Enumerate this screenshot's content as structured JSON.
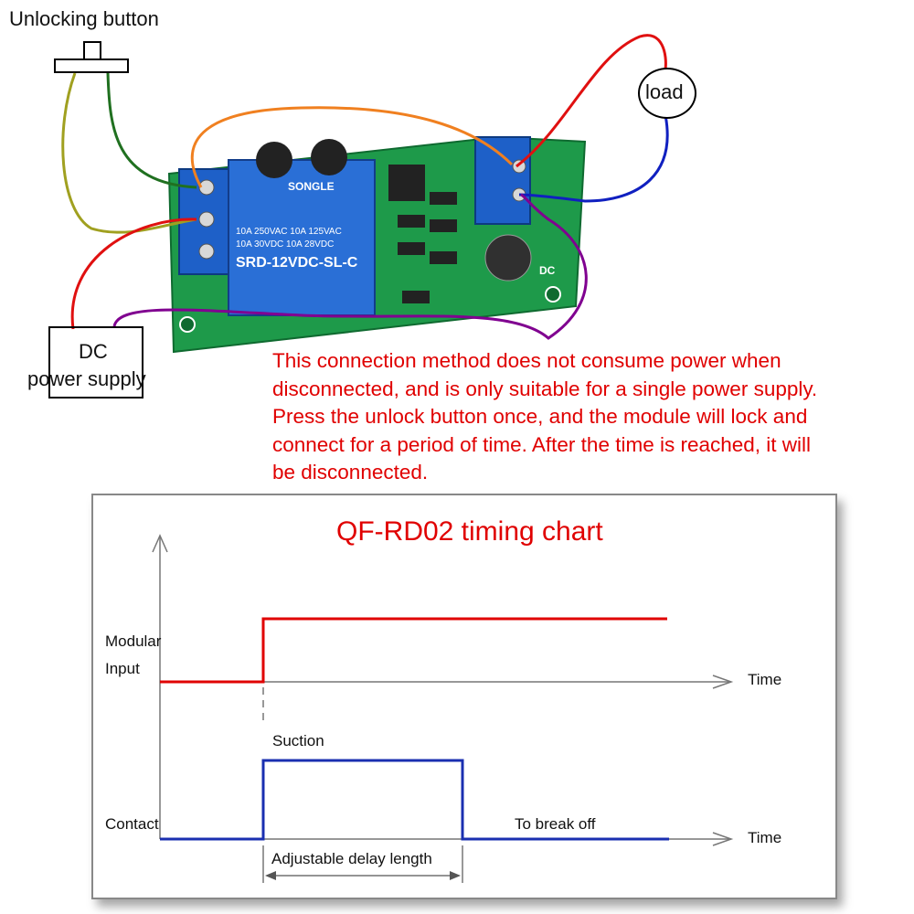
{
  "wiring": {
    "unlock_button_label": "Unlocking button",
    "load_label": "load",
    "power_supply_label_line1": "DC",
    "power_supply_label_line2": "power supply",
    "relay_brand": "SONGLE",
    "relay_model": "SRD-12VDC-SL-C",
    "relay_rating_1": "10A 250VAC  10A 125VAC",
    "relay_rating_2": "10A 30VDC  10A 28VDC",
    "board_label_dc": "DC",
    "colors": {
      "orange_wire": "#f08020",
      "red_wire": "#e01010",
      "blue_wire": "#1020c0",
      "purple_wire": "#800090",
      "green_wire": "#207020",
      "yellow_wire": "#a0a020",
      "board_green": "#1e9a4a",
      "terminal_blue": "#1e60c8"
    }
  },
  "note": {
    "lines": [
      "This connection method does not consume power when",
      "disconnected, and is only suitable for a single power supply.",
      "Press the unlock button once, and the module will lock and",
      "connect for a period of time. After the time is reached, it will",
      "be disconnected."
    ],
    "color": "#e00000"
  },
  "timing_chart": {
    "title": "QF-RD02 timing chart",
    "input_label_line1": "Modular",
    "input_label_line2": "Input",
    "contact_label": "Contact",
    "time_label_top": "Time",
    "time_label_bottom": "Time",
    "suction_label": "Suction",
    "break_label": "To break off",
    "delay_label": "Adjustable delay length",
    "input_color": "#e00000",
    "contact_color": "#1a2fb0"
  }
}
